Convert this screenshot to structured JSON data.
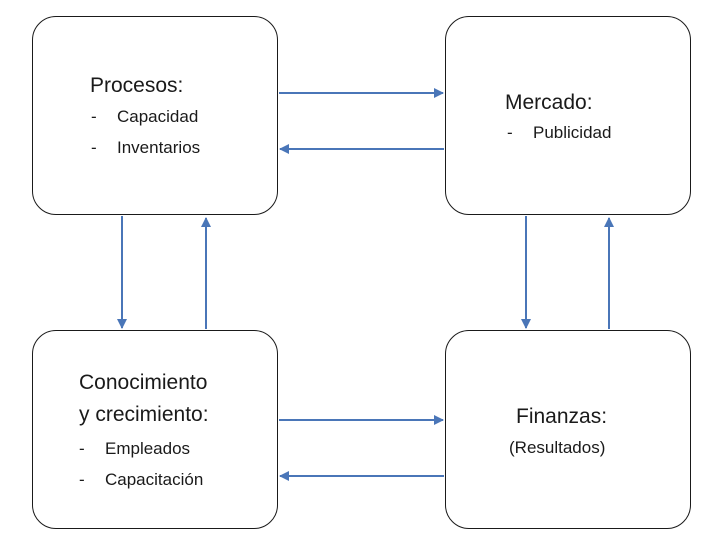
{
  "nodes": {
    "procesos": {
      "title": "Procesos:",
      "items": [
        "Capacidad",
        "Inventarios"
      ],
      "bullet": "-"
    },
    "mercado": {
      "title": "Mercado:",
      "items": [
        "Publicidad"
      ],
      "bullet": "-"
    },
    "conocimiento": {
      "title_line1": "Conocimiento",
      "title_line2": "y crecimiento:",
      "items": [
        "Empleados",
        "Capacitación"
      ],
      "bullet": "-"
    },
    "finanzas": {
      "title": "Finanzas:",
      "subtitle": "(Resultados)"
    }
  },
  "edges": [
    {
      "from": "Procesos",
      "to": "Mercado"
    },
    {
      "from": "Mercado",
      "to": "Procesos"
    },
    {
      "from": "Procesos",
      "to": "Conocimiento y crecimiento"
    },
    {
      "from": "Conocimiento y crecimiento",
      "to": "Procesos"
    },
    {
      "from": "Conocimiento y crecimiento",
      "to": "Finanzas"
    },
    {
      "from": "Finanzas",
      "to": "Conocimiento y crecimiento"
    },
    {
      "from": "Mercado",
      "to": "Finanzas"
    },
    {
      "from": "Finanzas",
      "to": "Mercado"
    }
  ],
  "colors": {
    "arrow": "#4a76b8",
    "border": "#1a1a1a",
    "text": "#1a1a1a"
  }
}
